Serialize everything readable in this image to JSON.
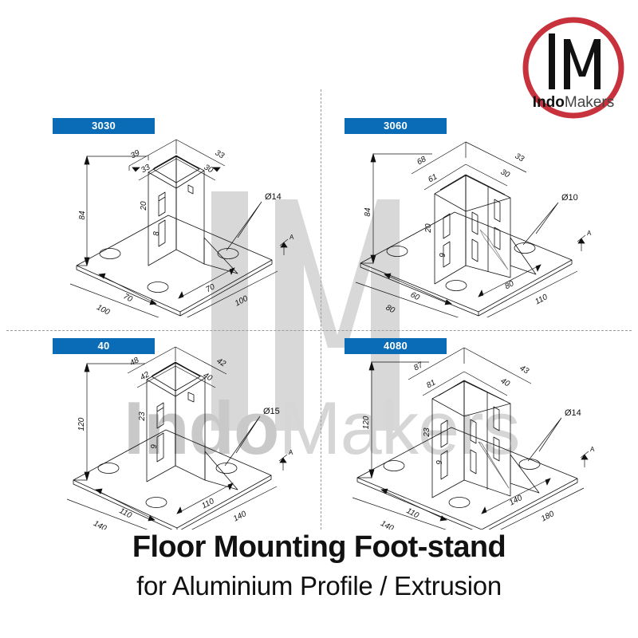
{
  "brand": {
    "logo_mark": "IM",
    "logo_name_bold": "Indo",
    "logo_name_light": "Makers",
    "ring_color": "#c8323c"
  },
  "watermark": {
    "mark": "IM",
    "name_bold": "Indo",
    "name_light": "Makers",
    "color": "#d3d3d3"
  },
  "accent_color": "#0a6cb6",
  "title": {
    "main": "Floor Mounting Foot-stand",
    "sub": "for Aluminium Profile / Extrusion"
  },
  "panels": [
    {
      "id": "panel-3030",
      "label": "3030",
      "dimensions": {
        "height": "84",
        "top_left_outer": "39",
        "top_left_inner": "33",
        "top_right_outer": "33",
        "top_right_inner": "30",
        "slot_top": "20",
        "slot_bottom": "8",
        "hole_diameter": "Ø14",
        "base_inner_left": "70",
        "base_inner_right": "70",
        "base_outer_left": "100",
        "base_outer_right": "100",
        "section_arrow": "A"
      }
    },
    {
      "id": "panel-3060",
      "label": "3060",
      "dimensions": {
        "height": "84",
        "top_left_outer": "68",
        "top_left_inner": "61",
        "top_right_outer": "33",
        "top_right_inner": "30",
        "slot_top": "20",
        "slot_bottom": "9",
        "hole_diameter": "Ø10",
        "base_inner_left": "60",
        "base_inner_right": "80",
        "base_outer_left": "80",
        "base_outer_right": "110",
        "section_arrow": "A"
      }
    },
    {
      "id": "panel-40",
      "label": "40",
      "dimensions": {
        "height": "120",
        "top_left_outer": "48",
        "top_left_inner": "42",
        "top_right_outer": "42",
        "top_right_inner": "40",
        "slot_top": "23",
        "slot_bottom": "9",
        "hole_diameter": "Ø15",
        "base_inner_left": "110",
        "base_inner_right": "110",
        "base_outer_left": "140",
        "base_outer_right": "140",
        "section_arrow": "A"
      }
    },
    {
      "id": "panel-4080",
      "label": "4080",
      "dimensions": {
        "height": "120",
        "top_left_outer": "87",
        "top_left_inner": "81",
        "top_right_outer": "43",
        "top_right_inner": "40",
        "slot_top": "23",
        "slot_bottom": "9",
        "hole_diameter": "Ø14",
        "base_inner_left": "110",
        "base_inner_right": "140",
        "base_outer_left": "140",
        "base_outer_right": "180",
        "section_arrow": "A"
      }
    }
  ]
}
